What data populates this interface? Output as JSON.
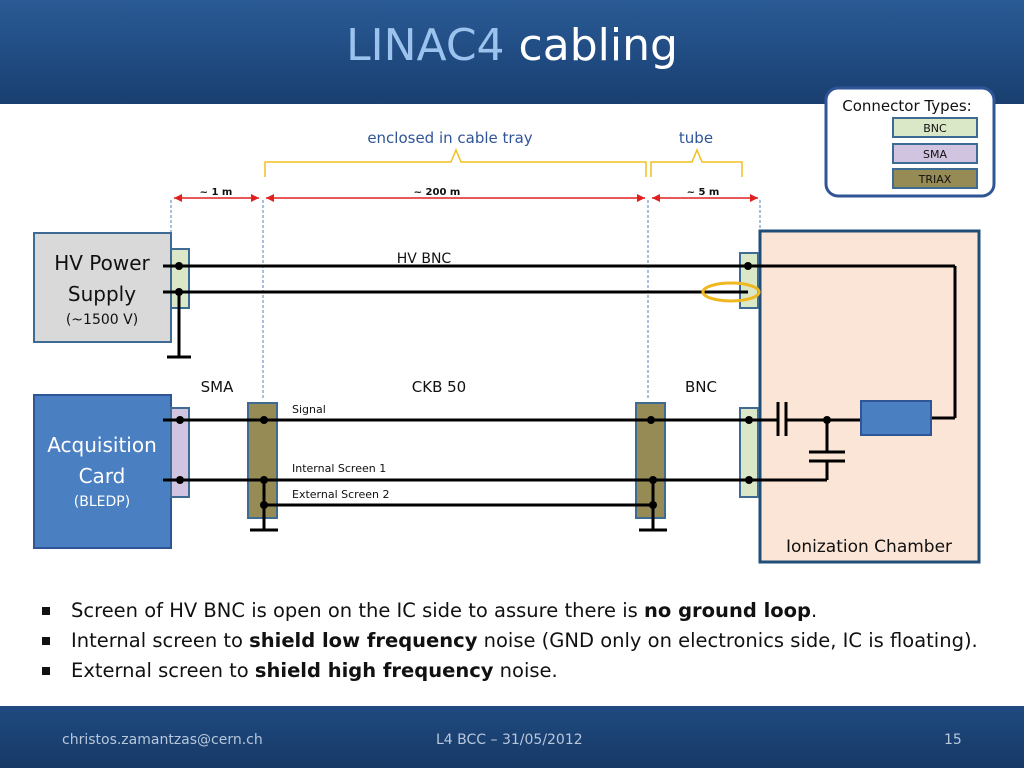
{
  "slide": {
    "title_part1": "LINAC4",
    "title_part2": "cabling"
  },
  "legend": {
    "title": "Connector Types:",
    "items": [
      {
        "label": "BNC",
        "color": "#dbe8c8"
      },
      {
        "label": "SMA",
        "color": "#d0c4e0"
      },
      {
        "label": "TRIAX",
        "color": "#968a55"
      }
    ]
  },
  "sections": {
    "tray_label": "enclosed in cable tray",
    "tube_label": "tube"
  },
  "distances": {
    "d1": "~ 1 m",
    "d2": "~ 200 m",
    "d3": "~ 5 m"
  },
  "boxes": {
    "hv_line1": "HV Power",
    "hv_line2": "Supply",
    "hv_line3": "(~1500 V)",
    "acq_line1": "Acquisition",
    "acq_line2": "Card",
    "acq_line3": "(BLEDP)",
    "ion_chamber": "Ionization Chamber"
  },
  "cables": {
    "hv_bnc": "HV BNC",
    "sma": "SMA",
    "ckb50": "CKB 50",
    "bnc": "BNC",
    "signal": "Signal",
    "internal_screen": "Internal Screen 1",
    "external_screen": "External Screen 2"
  },
  "bullets": {
    "b1": {
      "pre": "Screen of HV BNC is open on the IC side to assure there is ",
      "bold": "no ground loop",
      "post": "."
    },
    "b2": {
      "pre": "Internal screen to ",
      "bold": "shield low frequency",
      "post": " noise (GND only on electronics side, IC is floating)."
    },
    "b3": {
      "pre": "External screen to ",
      "bold": "shield high frequency",
      "post": " noise."
    }
  },
  "footer": {
    "email": "christos.zamantzas@cern.ch",
    "event": "L4 BCC – 31/05/2012",
    "page": "15"
  },
  "colors": {
    "header": "#1f4a80",
    "title_accent": "#9cc3ee",
    "acq_card": "#4a7fc1",
    "hv_supply": "#d9d9d9",
    "ion_chamber": "#fbe5d6",
    "triax": "#968a55",
    "bnc": "#dbe8c8",
    "sma": "#d0c4e0",
    "dimension": "#e02020",
    "bracket": "#f0c020",
    "screen_ring": "#f0b820"
  }
}
